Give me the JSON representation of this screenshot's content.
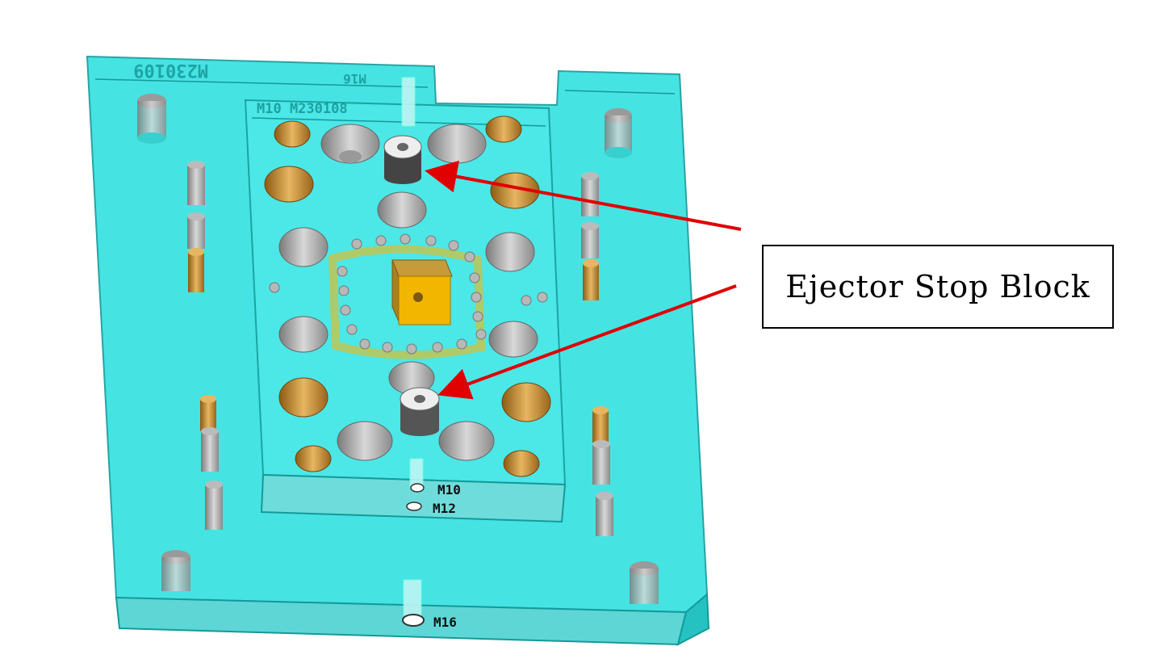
{
  "callout": {
    "label": "Ejector Stop Block"
  },
  "labels": {
    "hole_m10": "M10",
    "hole_m12": "M12",
    "hole_m16": "M16"
  },
  "engraved": {
    "top_left": "M230109",
    "top_mid": "M16",
    "inner_top": "M10  M230108"
  },
  "colors": {
    "plate": "#33e0e0",
    "plate_edge": "#1fb9b9",
    "steel": "#a9a9a9",
    "bronze": "#c08a2c",
    "core_block": "#f2b600",
    "arrow": "#e00000"
  }
}
